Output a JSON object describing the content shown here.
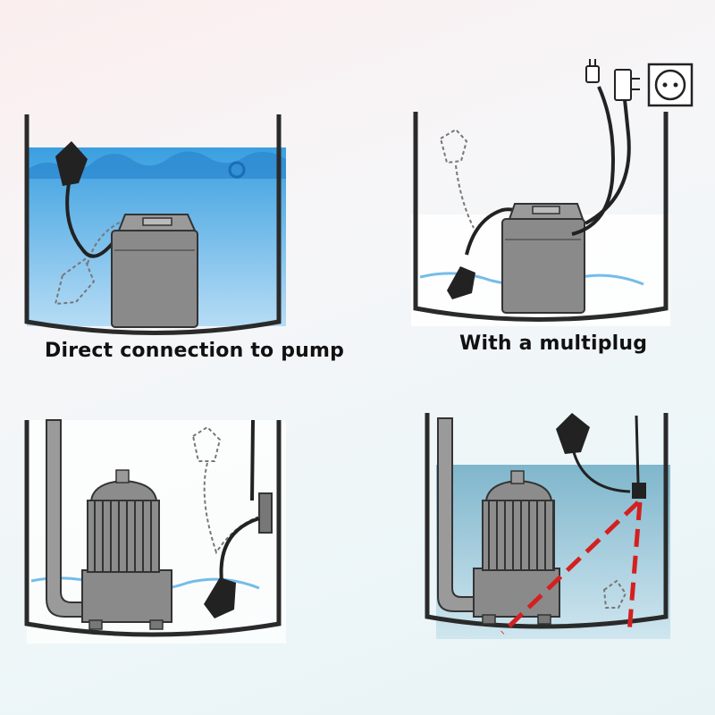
{
  "panels": [
    {
      "id": "direct",
      "caption": "Direct connection to pump"
    },
    {
      "id": "multiplug",
      "caption": "With a multiplug"
    },
    {
      "id": "wall-mounted",
      "caption": ""
    },
    {
      "id": "incorrect",
      "caption": ""
    }
  ],
  "colors": {
    "tank_stroke": "#2a2a2a",
    "pump_body": "#8a8a8a",
    "pump_dark": "#5e5e5e",
    "float_switch": "#222222",
    "water": "#6db8e4",
    "warning_line": "#d42020"
  }
}
